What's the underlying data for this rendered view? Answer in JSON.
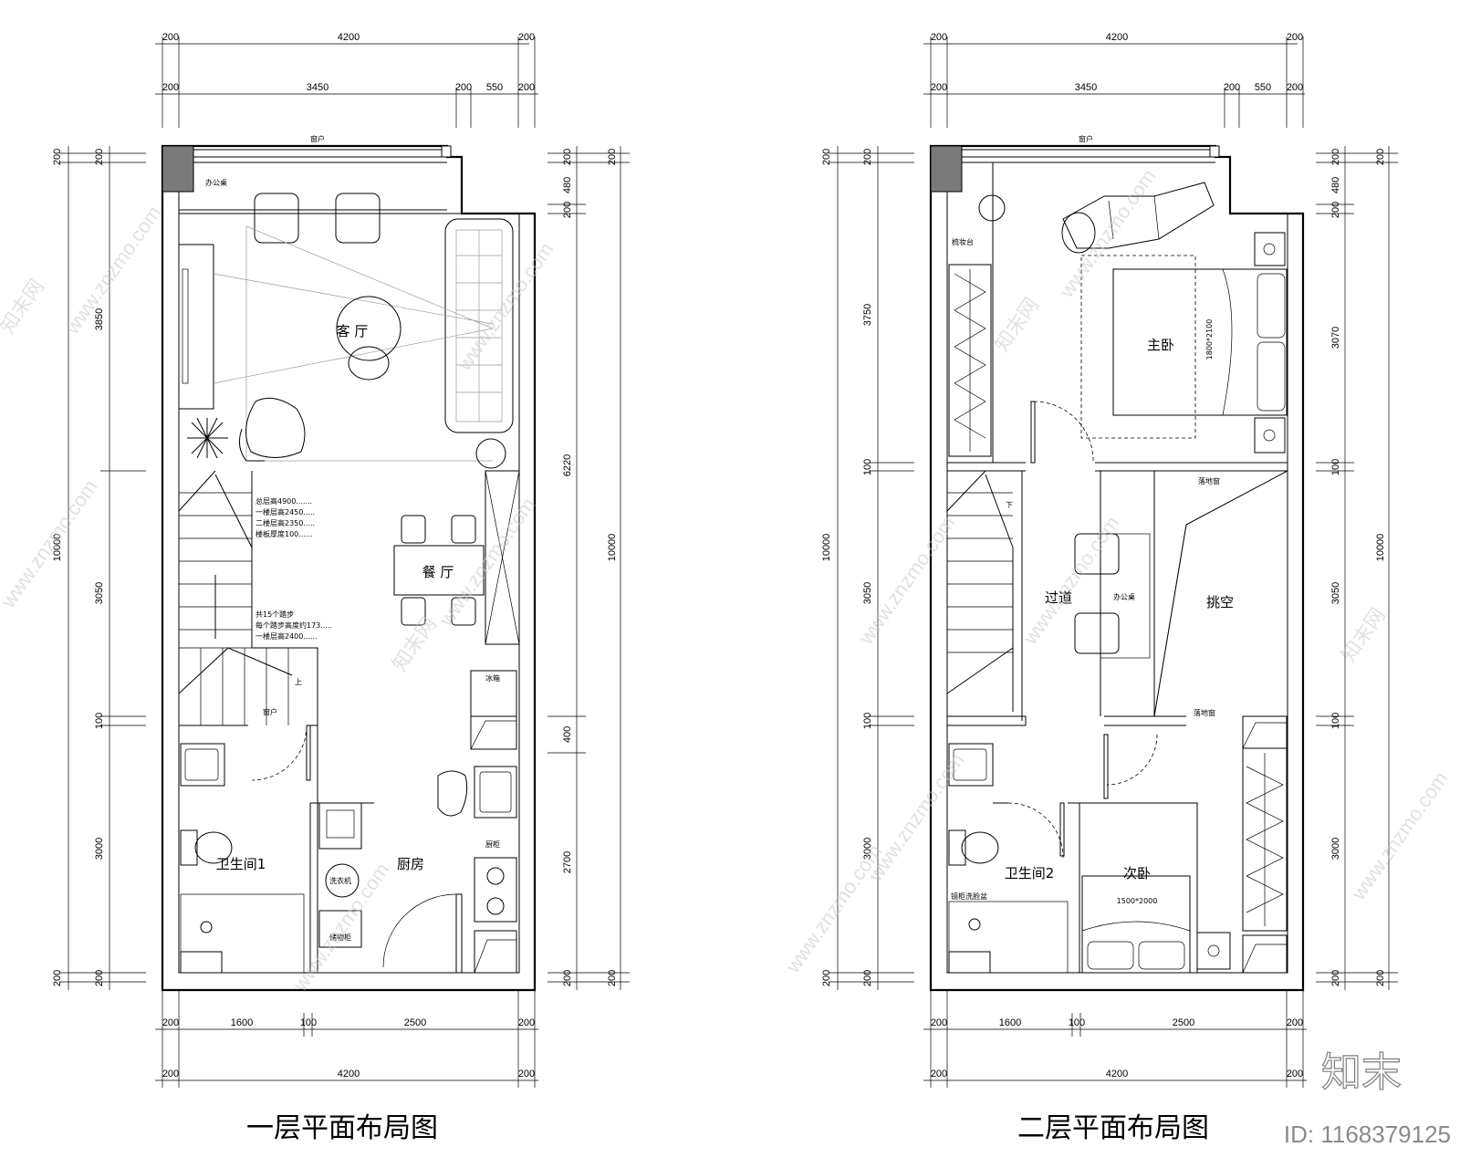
{
  "plans": [
    {
      "title": "一层平面布局图",
      "top_dims": {
        "row1": [
          "200",
          "4200",
          "200"
        ],
        "row2": [
          "200",
          "3450",
          "200",
          "550",
          "200"
        ]
      },
      "bottom_dims": {
        "row1": [
          "200",
          "1600",
          "100",
          "2500",
          "200"
        ],
        "row2": [
          "200",
          "4200",
          "200"
        ]
      },
      "left_dims": {
        "total": "10000",
        "segments": [
          "200",
          "3850",
          "3050",
          "100",
          "3000",
          "200"
        ]
      },
      "right_dims": {
        "total": "10000",
        "segments": [
          "200",
          "480",
          "200",
          "6220",
          "400",
          "2700",
          "200"
        ]
      },
      "rooms": {
        "living": "客 厅",
        "dining": "餐 厅",
        "bath": "卫生间1",
        "kitchen": "厨房"
      },
      "labels": {
        "window": "窗户",
        "window2": "窗户",
        "desk": "办公桌",
        "stair_up": "上",
        "fridge": "冰箱",
        "stove": "厨柜",
        "washer": "洗衣机",
        "storage": "储物柜"
      },
      "notes_a": [
        "总层高4900.......",
        "一楼层高2450.....",
        "二楼层高2350.....",
        "楼板厚度100......"
      ],
      "notes_b": [
        "共15个踏步",
        "每个踏步高度约173.....",
        "一楼层高2400......"
      ]
    },
    {
      "title": "二层平面布局图",
      "top_dims": {
        "row1": [
          "200",
          "4200",
          "200"
        ],
        "row2": [
          "200",
          "3450",
          "200",
          "550",
          "200"
        ]
      },
      "bottom_dims": {
        "row1": [
          "200",
          "1600",
          "100",
          "2500",
          "200"
        ],
        "row2": [
          "200",
          "4200",
          "200"
        ]
      },
      "left_dims": {
        "total": "10000",
        "segments": [
          "200",
          "3750",
          "100",
          "3050",
          "100",
          "3000",
          "200"
        ]
      },
      "right_dims": {
        "total": "10000",
        "segments": [
          "200",
          "480",
          "200",
          "3070",
          "100",
          "3050",
          "100",
          "3000",
          "200"
        ]
      },
      "rooms": {
        "master": "主卧",
        "corridor": "过道",
        "void": "挑空",
        "second": "次卧",
        "bath": "卫生间2"
      },
      "labels": {
        "window": "窗户",
        "vanity": "梳妆台",
        "bed1": "1800*2100",
        "bed2": "1500*2000",
        "desk": "办公桌",
        "rail1": "落地窗",
        "rail2": "落地窗",
        "stair_down": "下",
        "shelf": "镜柜洗脸盆"
      }
    }
  ],
  "watermark": "www.znzmo.com",
  "watermark_cn": "知末网",
  "brand": {
    "logo": "知末",
    "id": "ID: 1168379125"
  }
}
